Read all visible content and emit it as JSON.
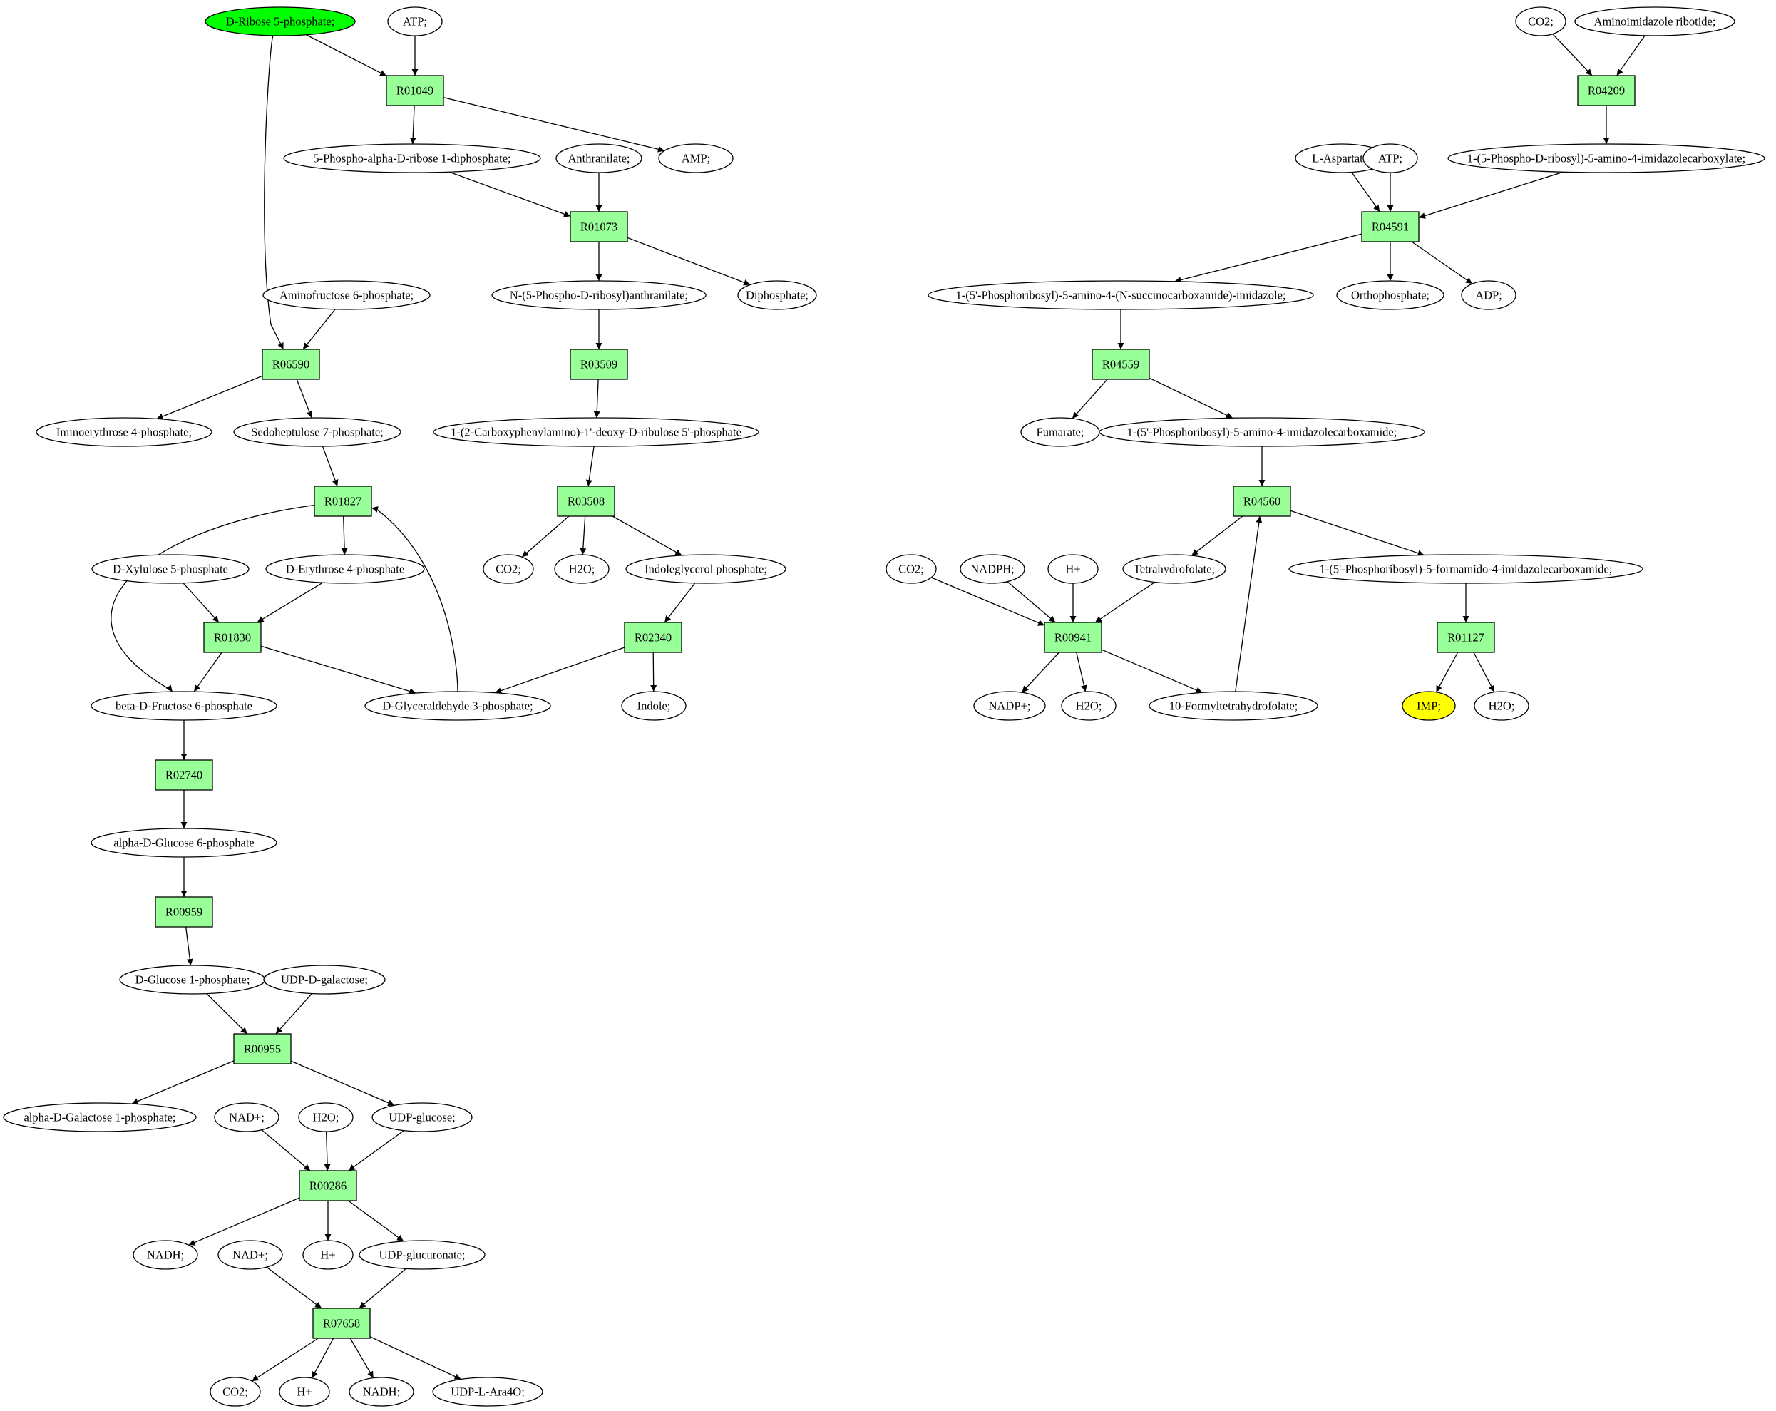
{
  "colors": {
    "source": "#00ff00",
    "target": "#ffff00",
    "reaction": "#99ff99",
    "compound": "#ffffff",
    "edge": "#000000"
  },
  "nodes": [
    {
      "id": "rib5p",
      "kind": "compound",
      "label": "D-Ribose 5-phosphate;",
      "role": "source"
    },
    {
      "id": "atp1",
      "kind": "compound",
      "label": "ATP;"
    },
    {
      "id": "R01049",
      "kind": "reaction",
      "label": "R01049"
    },
    {
      "id": "prpp",
      "kind": "compound",
      "label": "5-Phospho-alpha-D-ribose 1-diphosphate;"
    },
    {
      "id": "amp",
      "kind": "compound",
      "label": "AMP;"
    },
    {
      "id": "anth",
      "kind": "compound",
      "label": "Anthranilate;"
    },
    {
      "id": "R01073",
      "kind": "reaction",
      "label": "R01073"
    },
    {
      "id": "npra",
      "kind": "compound",
      "label": "N-(5-Phospho-D-ribosyl)anthranilate;"
    },
    {
      "id": "dip",
      "kind": "compound",
      "label": "Diphosphate;"
    },
    {
      "id": "R03509",
      "kind": "reaction",
      "label": "R03509"
    },
    {
      "id": "cdrp",
      "kind": "compound",
      "label": "1-(2-Carboxyphenylamino)-1'-deoxy-D-ribulose 5'-phosphate"
    },
    {
      "id": "R03508",
      "kind": "reaction",
      "label": "R03508"
    },
    {
      "id": "co2a",
      "kind": "compound",
      "label": "CO2;"
    },
    {
      "id": "h2oa",
      "kind": "compound",
      "label": "H2O;"
    },
    {
      "id": "igp",
      "kind": "compound",
      "label": "Indoleglycerol phosphate;"
    },
    {
      "id": "R02340",
      "kind": "reaction",
      "label": "R02340"
    },
    {
      "id": "indole",
      "kind": "compound",
      "label": "Indole;"
    },
    {
      "id": "g3p",
      "kind": "compound",
      "label": "D-Glyceraldehyde 3-phosphate;"
    },
    {
      "id": "amf6p",
      "kind": "compound",
      "label": "Aminofructose 6-phosphate;"
    },
    {
      "id": "R06590",
      "kind": "reaction",
      "label": "R06590"
    },
    {
      "id": "ie4p",
      "kind": "compound",
      "label": "Iminoerythrose 4-phosphate;"
    },
    {
      "id": "s7p",
      "kind": "compound",
      "label": "Sedoheptulose 7-phosphate;"
    },
    {
      "id": "R01827",
      "kind": "reaction",
      "label": "R01827"
    },
    {
      "id": "xu5p",
      "kind": "compound",
      "label": "D-Xylulose 5-phosphate"
    },
    {
      "id": "e4p",
      "kind": "compound",
      "label": "D-Erythrose 4-phosphate"
    },
    {
      "id": "R01830",
      "kind": "reaction",
      "label": "R01830"
    },
    {
      "id": "f6p",
      "kind": "compound",
      "label": "beta-D-Fructose 6-phosphate"
    },
    {
      "id": "R02740",
      "kind": "reaction",
      "label": "R02740"
    },
    {
      "id": "g6p",
      "kind": "compound",
      "label": "alpha-D-Glucose 6-phosphate"
    },
    {
      "id": "R00959",
      "kind": "reaction",
      "label": "R00959"
    },
    {
      "id": "g1p",
      "kind": "compound",
      "label": "D-Glucose 1-phosphate;"
    },
    {
      "id": "udpgal",
      "kind": "compound",
      "label": "UDP-D-galactose;"
    },
    {
      "id": "R00955",
      "kind": "reaction",
      "label": "R00955"
    },
    {
      "id": "gal1p",
      "kind": "compound",
      "label": "alpha-D-Galactose 1-phosphate;"
    },
    {
      "id": "udpglc",
      "kind": "compound",
      "label": "UDP-glucose;"
    },
    {
      "id": "nad1",
      "kind": "compound",
      "label": "NAD+;"
    },
    {
      "id": "h2ob",
      "kind": "compound",
      "label": "H2O;"
    },
    {
      "id": "R00286",
      "kind": "reaction",
      "label": "R00286"
    },
    {
      "id": "nadh1",
      "kind": "compound",
      "label": "NADH;"
    },
    {
      "id": "nad2",
      "kind": "compound",
      "label": "NAD+;"
    },
    {
      "id": "hp1",
      "kind": "compound",
      "label": "H+"
    },
    {
      "id": "udpgla",
      "kind": "compound",
      "label": "UDP-glucuronate;"
    },
    {
      "id": "R07658",
      "kind": "reaction",
      "label": "R07658"
    },
    {
      "id": "co2b",
      "kind": "compound",
      "label": "CO2;"
    },
    {
      "id": "hp2",
      "kind": "compound",
      "label": "H+"
    },
    {
      "id": "nadh2",
      "kind": "compound",
      "label": "NADH;"
    },
    {
      "id": "udpara",
      "kind": "compound",
      "label": "UDP-L-Ara4O;"
    },
    {
      "id": "co2c",
      "kind": "compound",
      "label": "CO2;"
    },
    {
      "id": "air",
      "kind": "compound",
      "label": "Aminoimidazole ribotide;"
    },
    {
      "id": "R04209",
      "kind": "reaction",
      "label": "R04209"
    },
    {
      "id": "asp",
      "kind": "compound",
      "label": "L-Aspartate;"
    },
    {
      "id": "atp2",
      "kind": "compound",
      "label": "ATP;"
    },
    {
      "id": "cair",
      "kind": "compound",
      "label": "1-(5-Phospho-D-ribosyl)-5-amino-4-imidazolecarboxylate;"
    },
    {
      "id": "R04591",
      "kind": "reaction",
      "label": "R04591"
    },
    {
      "id": "saicar",
      "kind": "compound",
      "label": "1-(5'-Phosphoribosyl)-5-amino-4-(N-succinocarboxamide)-imidazole;"
    },
    {
      "id": "pi",
      "kind": "compound",
      "label": "Orthophosphate;"
    },
    {
      "id": "adp",
      "kind": "compound",
      "label": "ADP;"
    },
    {
      "id": "R04559",
      "kind": "reaction",
      "label": "R04559"
    },
    {
      "id": "fum",
      "kind": "compound",
      "label": "Fumarate;"
    },
    {
      "id": "aicar",
      "kind": "compound",
      "label": "1-(5'-Phosphoribosyl)-5-amino-4-imidazolecarboxamide;"
    },
    {
      "id": "R04560",
      "kind": "reaction",
      "label": "R04560"
    },
    {
      "id": "co2d",
      "kind": "compound",
      "label": "CO2;"
    },
    {
      "id": "nadph",
      "kind": "compound",
      "label": "NADPH;"
    },
    {
      "id": "hp3",
      "kind": "compound",
      "label": "H+"
    },
    {
      "id": "thf",
      "kind": "compound",
      "label": "Tetrahydrofolate;"
    },
    {
      "id": "faicar",
      "kind": "compound",
      "label": "1-(5'-Phosphoribosyl)-5-formamido-4-imidazolecarboxamide;"
    },
    {
      "id": "R00941",
      "kind": "reaction",
      "label": "R00941"
    },
    {
      "id": "R01127",
      "kind": "reaction",
      "label": "R01127"
    },
    {
      "id": "nadp",
      "kind": "compound",
      "label": "NADP+;"
    },
    {
      "id": "h2oc",
      "kind": "compound",
      "label": "H2O;"
    },
    {
      "id": "fthf",
      "kind": "compound",
      "label": "10-Formyltetrahydrofolate;"
    },
    {
      "id": "imp",
      "kind": "compound",
      "label": "IMP;",
      "role": "target"
    },
    {
      "id": "h2od",
      "kind": "compound",
      "label": "H2O;"
    }
  ],
  "edges": [
    [
      "rib5p",
      "R01049"
    ],
    [
      "atp1",
      "R01049"
    ],
    [
      "R01049",
      "prpp"
    ],
    [
      "R01049",
      "amp"
    ],
    [
      "rib5p",
      "R06590"
    ],
    [
      "prpp",
      "R01073"
    ],
    [
      "anth",
      "R01073"
    ],
    [
      "R01073",
      "npra"
    ],
    [
      "R01073",
      "dip"
    ],
    [
      "npra",
      "R03509"
    ],
    [
      "R03509",
      "cdrp"
    ],
    [
      "cdrp",
      "R03508"
    ],
    [
      "R03508",
      "co2a"
    ],
    [
      "R03508",
      "h2oa"
    ],
    [
      "R03508",
      "igp"
    ],
    [
      "igp",
      "R02340"
    ],
    [
      "R02340",
      "indole"
    ],
    [
      "R02340",
      "g3p"
    ],
    [
      "amf6p",
      "R06590"
    ],
    [
      "R06590",
      "ie4p"
    ],
    [
      "R06590",
      "s7p"
    ],
    [
      "s7p",
      "R01827"
    ],
    [
      "g3p",
      "R01827"
    ],
    [
      "R01827",
      "e4p"
    ],
    [
      "R01827",
      "f6p"
    ],
    [
      "xu5p",
      "R01830"
    ],
    [
      "e4p",
      "R01830"
    ],
    [
      "R01830",
      "f6p"
    ],
    [
      "R01830",
      "g3p"
    ],
    [
      "f6p",
      "R02740"
    ],
    [
      "R02740",
      "g6p"
    ],
    [
      "g6p",
      "R00959"
    ],
    [
      "R00959",
      "g1p"
    ],
    [
      "g1p",
      "R00955"
    ],
    [
      "udpgal",
      "R00955"
    ],
    [
      "R00955",
      "gal1p"
    ],
    [
      "R00955",
      "udpglc"
    ],
    [
      "nad1",
      "R00286"
    ],
    [
      "h2ob",
      "R00286"
    ],
    [
      "udpglc",
      "R00286"
    ],
    [
      "R00286",
      "nadh1"
    ],
    [
      "R00286",
      "hp1"
    ],
    [
      "R00286",
      "udpgla"
    ],
    [
      "nad2",
      "R07658"
    ],
    [
      "udpgla",
      "R07658"
    ],
    [
      "R07658",
      "co2b"
    ],
    [
      "R07658",
      "hp2"
    ],
    [
      "R07658",
      "nadh2"
    ],
    [
      "R07658",
      "udpara"
    ],
    [
      "co2c",
      "R04209"
    ],
    [
      "air",
      "R04209"
    ],
    [
      "R04209",
      "cair"
    ],
    [
      "asp",
      "R04591"
    ],
    [
      "atp2",
      "R04591"
    ],
    [
      "cair",
      "R04591"
    ],
    [
      "R04591",
      "saicar"
    ],
    [
      "R04591",
      "pi"
    ],
    [
      "R04591",
      "adp"
    ],
    [
      "saicar",
      "R04559"
    ],
    [
      "R04559",
      "fum"
    ],
    [
      "R04559",
      "aicar"
    ],
    [
      "aicar",
      "R04560"
    ],
    [
      "fthf",
      "R04560"
    ],
    [
      "R04560",
      "thf"
    ],
    [
      "R04560",
      "faicar"
    ],
    [
      "co2d",
      "R00941"
    ],
    [
      "nadph",
      "R00941"
    ],
    [
      "hp3",
      "R00941"
    ],
    [
      "thf",
      "R00941"
    ],
    [
      "R00941",
      "nadp"
    ],
    [
      "R00941",
      "h2oc"
    ],
    [
      "R00941",
      "fthf"
    ],
    [
      "faicar",
      "R01127"
    ],
    [
      "R01127",
      "imp"
    ],
    [
      "R01127",
      "h2od"
    ]
  ]
}
